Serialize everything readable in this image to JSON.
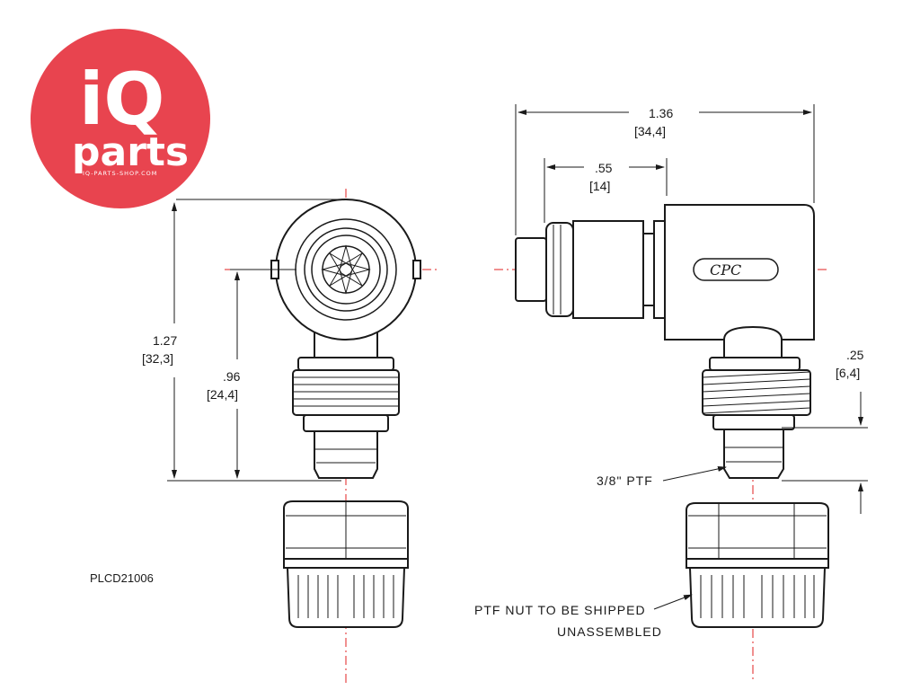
{
  "logo": {
    "main_text": "iQ",
    "word": "parts",
    "subtext": "IQ-PARTS-SHOP.COM",
    "bg_color": "#e8444f"
  },
  "part_number": "PLCD21006",
  "dimensions": {
    "overall_height": {
      "in": "1.27",
      "mm": "[32,3]"
    },
    "center_height": {
      "in": ".96",
      "mm": "[24,4]"
    },
    "overall_length": {
      "in": "1.36",
      "mm": "[34,4]"
    },
    "stem_length": {
      "in": ".55",
      "mm": "[14]"
    },
    "thread_depth": {
      "in": ".25",
      "mm": "[6,4]"
    }
  },
  "notes": {
    "thread": "3/8\" PTF",
    "nut_line1": "PTF NUT TO BE SHIPPED",
    "nut_line2": "UNASSEMBLED"
  },
  "body_marking": "CPC",
  "colors": {
    "centerline": "#e02020",
    "ink": "#1a1a1a"
  }
}
